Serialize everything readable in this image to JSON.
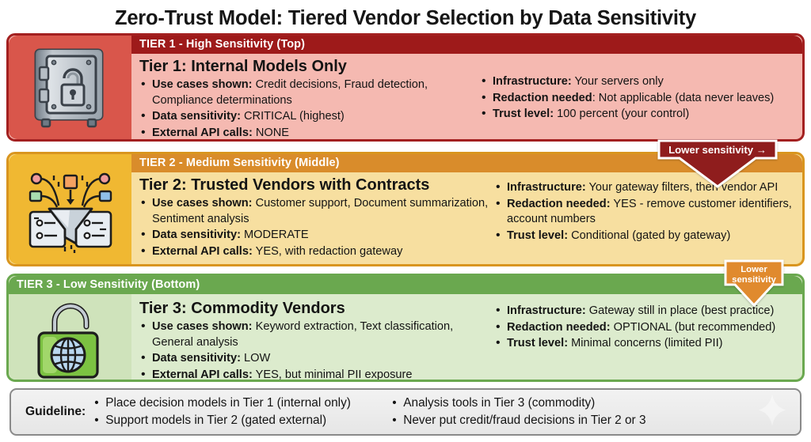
{
  "title": "Zero-Trust Model: Tiered Vendor Selection by Data Sensitivity",
  "tiers": [
    {
      "id": "tier1",
      "header": "TIER 1 - High Sensitivity (Top)",
      "heading": "Tier 1:  Internal Models Only",
      "icon": "safe-vault-icon",
      "left_bullets": [
        {
          "label": "Use cases shown:",
          "value": " Credit decisions, Fraud detection, Compliance determinations"
        },
        {
          "label": "Data sensitivity:",
          "value": " CRITICAL (highest)"
        },
        {
          "label": "External API calls:",
          "value": " NONE"
        }
      ],
      "right_bullets": [
        {
          "label": "Infrastructure:",
          "value": " Your servers only"
        },
        {
          "label": "Redaction needed",
          "value": ": Not applicable (data never leaves)"
        },
        {
          "label": "Trust level:",
          "value": " 100 percent (your control)"
        }
      ],
      "colors": {
        "border": "#a32020",
        "header": "#9e1a1a",
        "body": "#f5b9b1",
        "icon_panel": "#d9564b"
      }
    },
    {
      "id": "tier2",
      "header": "TIER 2 - Medium Sensitivity (Middle)",
      "heading": "Tier 2:  Trusted Vendors with Contracts",
      "icon": "data-funnel-filter-icon",
      "left_bullets": [
        {
          "label": "Use cases shown:",
          "value": " Customer support, Document summarization, Sentiment analysis"
        },
        {
          "label": "Data sensitivity:",
          "value": " MODERATE"
        },
        {
          "label": "External API calls:",
          "value": " YES, with redaction gateway"
        }
      ],
      "right_bullets": [
        {
          "label": "Infrastructure:",
          "value": " Your gateway filters, then vendor API"
        },
        {
          "label": "Redaction needed:",
          "value": " YES - remove customer identifiers, account numbers"
        },
        {
          "label": "Trust level:",
          "value": " Conditional (gated by gateway)"
        }
      ],
      "colors": {
        "border": "#d9951f",
        "header": "#d98c2b",
        "body": "#f7dfa0",
        "icon_panel": "#f0b832"
      }
    },
    {
      "id": "tier3",
      "header": "TIER 3 - Low Sensitivity (Bottom)",
      "heading": "Tier 3: Commodity Vendors",
      "icon": "open-padlock-globe-icon",
      "left_bullets": [
        {
          "label": "Use cases shown:",
          "value": " Keyword extraction, Text classification, General analysis"
        },
        {
          "label": "Data sensitivity:",
          "value": " LOW"
        },
        {
          "label": "External API calls:",
          "value": " YES, but minimal PII exposure"
        }
      ],
      "right_bullets": [
        {
          "label": "Infrastructure:",
          "value": " Gateway still in place (best practice)"
        },
        {
          "label": "Redaction needed:",
          "value": " OPTIONAL (but recommended)"
        },
        {
          "label": "Trust level:",
          "value": " Minimal concerns (limited PII)"
        }
      ],
      "colors": {
        "border": "#6aa84f",
        "header": "#6aa84f",
        "body": "#dcebcd",
        "icon_panel": "#cfe3bb"
      }
    }
  ],
  "arrows": [
    {
      "id": "arrow1",
      "label": "Lower sensitivity →",
      "color": "#8f1d1d"
    },
    {
      "id": "arrow2",
      "label": "Lower\nsensitivity",
      "color": "#e08a2e"
    }
  ],
  "guideline": {
    "label": "Guideline:",
    "column1": [
      "Place decision models in Tier 1 (internal only)",
      "Support models in Tier 2 (gated external)"
    ],
    "column2": [
      "Analysis tools in Tier 3 (commodity)",
      "Never put credit/fraud decisions in Tier 2 or 3"
    ]
  }
}
